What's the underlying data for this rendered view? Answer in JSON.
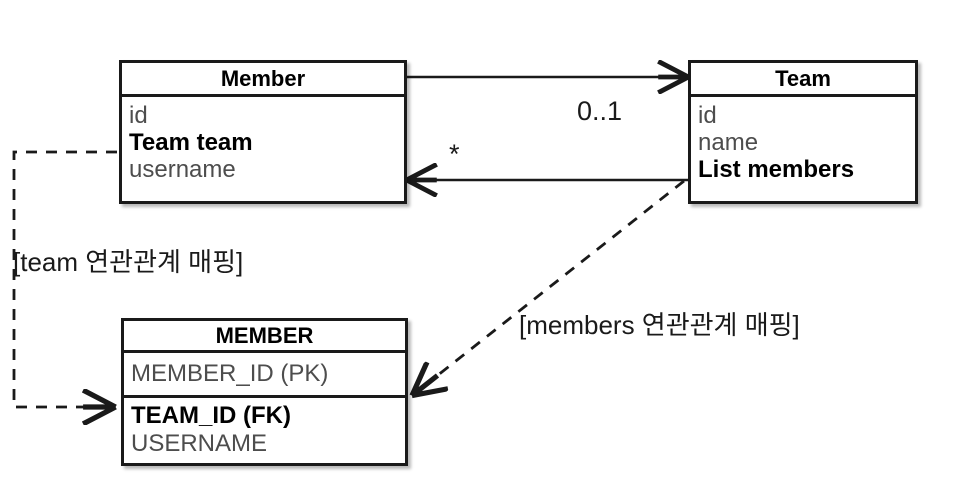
{
  "diagram": {
    "title": "JPA object-to-table association mapping diagram",
    "colors": {
      "stroke": "#1a1a1a",
      "attribute_text": "#4d4d4d",
      "emphasis_text": "#000000",
      "background": "#ffffff"
    },
    "object_model": {
      "member_class": {
        "name": "Member",
        "attributes": [
          {
            "label": "id",
            "emphasis": false
          },
          {
            "label": "Team team",
            "emphasis": true
          },
          {
            "label": "username",
            "emphasis": false
          }
        ]
      },
      "team_class": {
        "name": "Team",
        "attributes": [
          {
            "label": "id",
            "emphasis": false
          },
          {
            "label": "name",
            "emphasis": false
          },
          {
            "label": "List members",
            "emphasis": true
          }
        ]
      },
      "associations": [
        {
          "from": "Member",
          "to": "Team",
          "multiplicity": "0..1",
          "direction": "member-to-team"
        },
        {
          "from": "Team",
          "to": "Member",
          "multiplicity": "*",
          "direction": "team-to-member"
        }
      ]
    },
    "relational_model": {
      "member_table": {
        "name": "MEMBER",
        "primary_key_column": "MEMBER_ID (PK)",
        "columns": [
          {
            "label": "TEAM_ID (FK)",
            "emphasis": true
          },
          {
            "label": "USERNAME",
            "emphasis": false
          }
        ]
      }
    },
    "mappings": [
      {
        "id": "team-mapping",
        "label": "[team 연관관계 매핑]",
        "source": "Member.team",
        "target": "MEMBER.TEAM_ID (FK)"
      },
      {
        "id": "members-mapping",
        "label": "[members 연관관계 매핑]",
        "source": "Team.members",
        "target": "MEMBER.TEAM_ID (FK)"
      }
    ]
  }
}
